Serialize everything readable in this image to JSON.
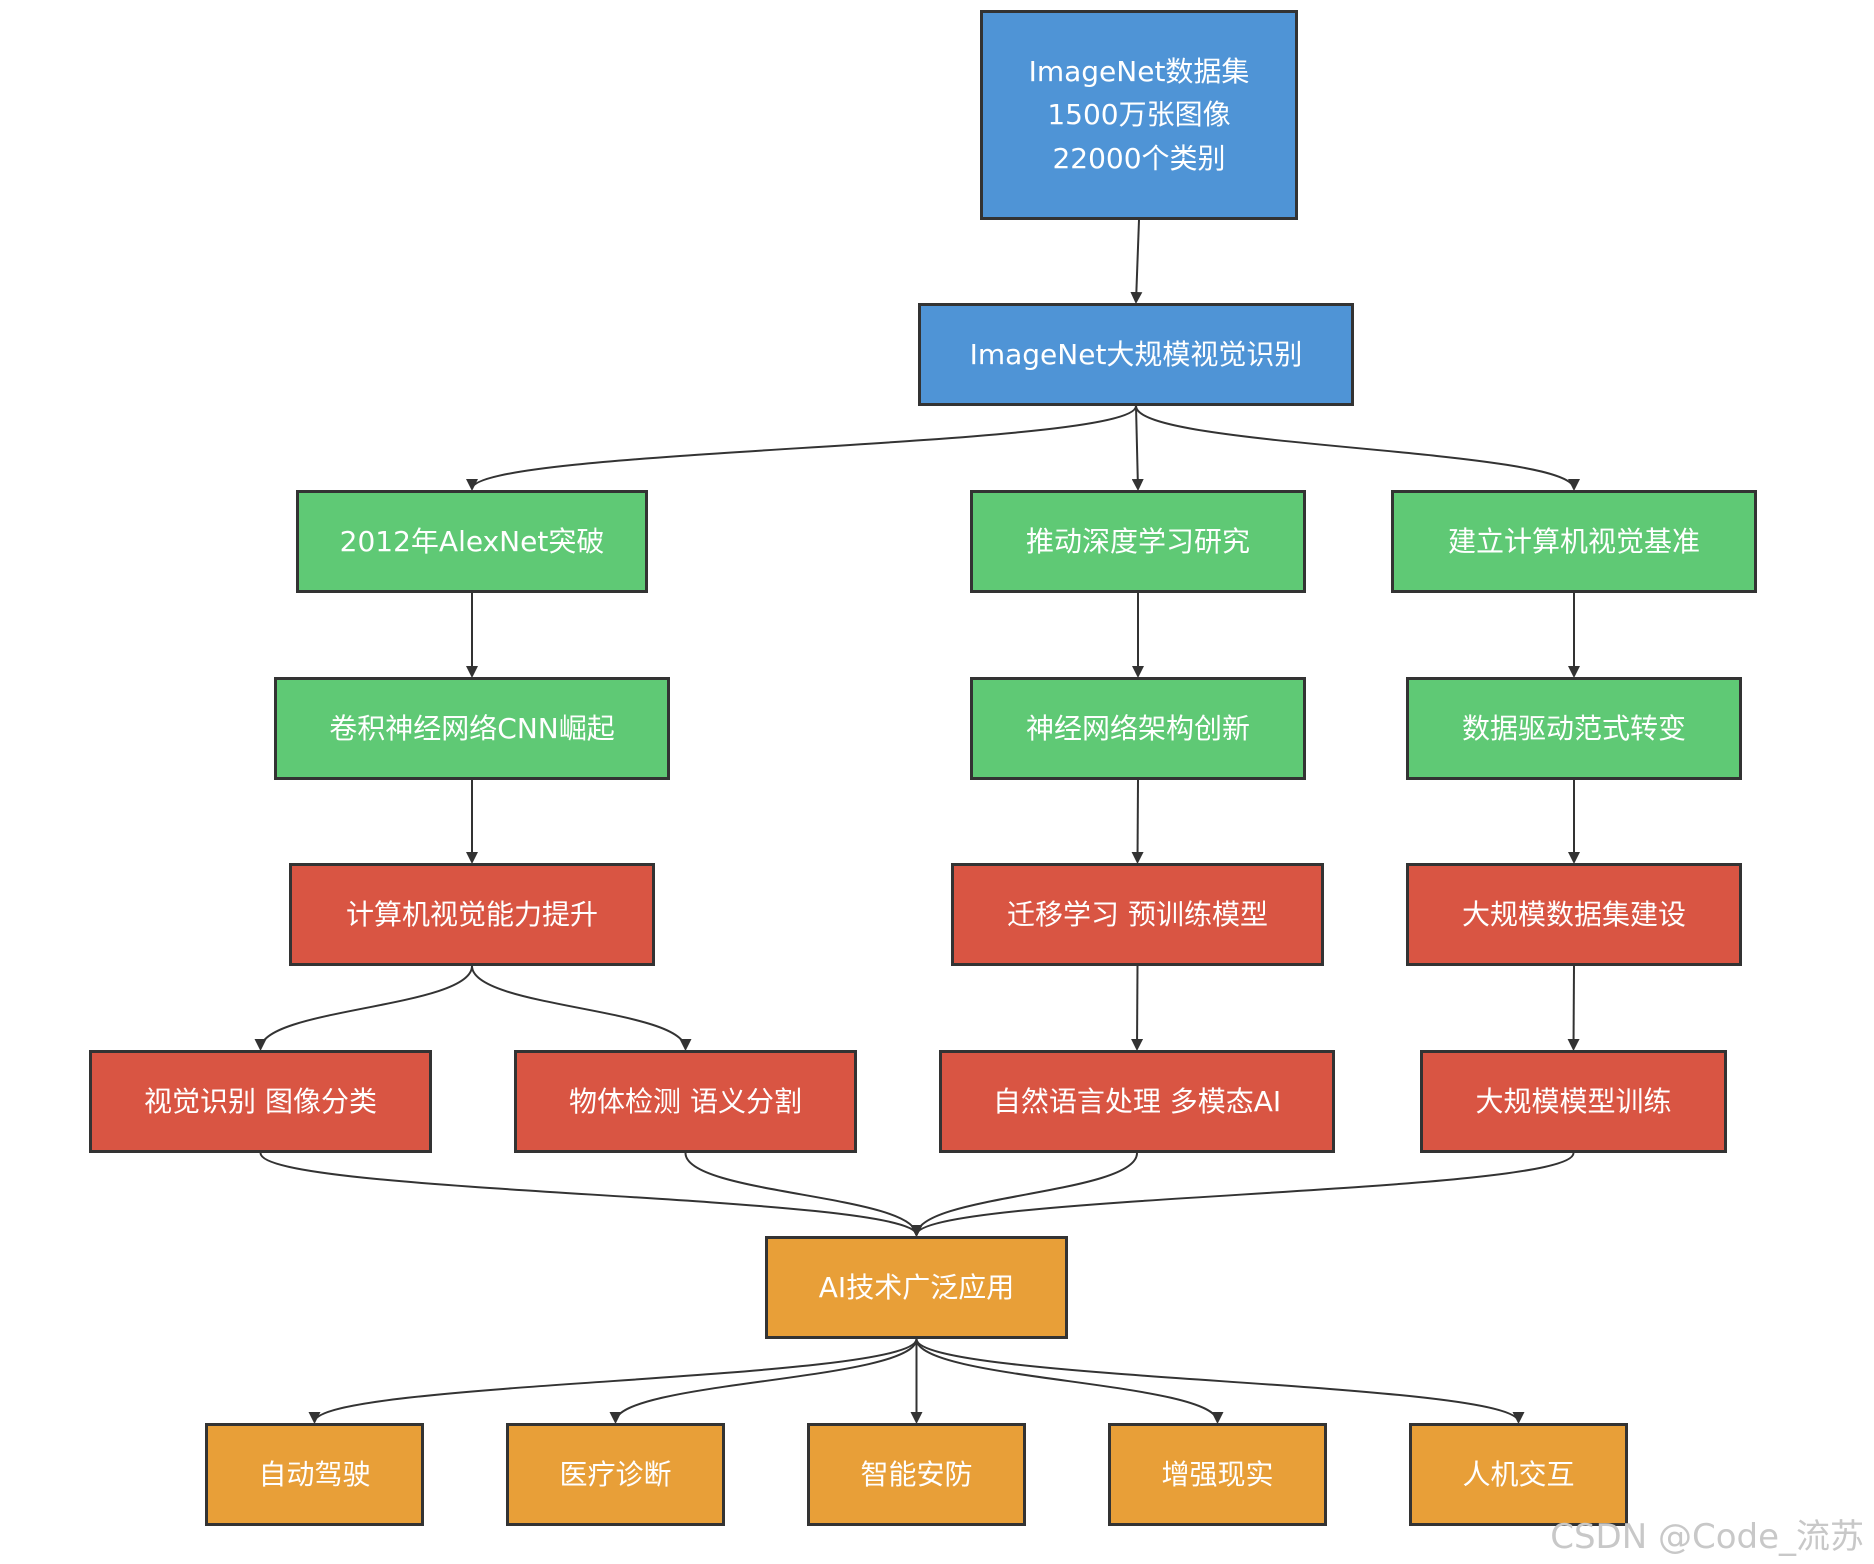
{
  "colors": {
    "blue": "#4f94d6",
    "green": "#5fc975",
    "red": "#d95543",
    "orange": "#e89f38",
    "border": "#333333",
    "edge": "#333333"
  },
  "nodes": {
    "dataset": {
      "lines": [
        "ImageNet数据集",
        "1500万张图像",
        "22000个类别"
      ]
    },
    "ilsvrc": {
      "label": "ImageNet大规模视觉识别"
    },
    "alexnet": {
      "label": "2012年AlexNet突破"
    },
    "deep_learning": {
      "label": "推动深度学习研究"
    },
    "benchmark": {
      "label": "建立计算机视觉基准"
    },
    "cnn_rise": {
      "label": "卷积神经网络CNN崛起"
    },
    "nn_arch": {
      "label": "神经网络架构创新"
    },
    "data_driven": {
      "label": "数据驱动范式转变"
    },
    "cv_capability": {
      "label": "计算机视觉能力提升"
    },
    "transfer": {
      "label": "迁移学习 预训练模型"
    },
    "large_dataset": {
      "label": "大规模数据集建设"
    },
    "recognition": {
      "label": "视觉识别 图像分类"
    },
    "detection": {
      "label": "物体检测 语义分割"
    },
    "nlp": {
      "label": "自然语言处理 多模态AI"
    },
    "large_model": {
      "label": "大规模模型训练"
    },
    "ai_apps": {
      "label": "AI技术广泛应用"
    },
    "autodrive": {
      "label": "自动驾驶"
    },
    "medical": {
      "label": "医疗诊断"
    },
    "security": {
      "label": "智能安防"
    },
    "ar": {
      "label": "增强现实"
    },
    "hci": {
      "label": "人机交互"
    }
  },
  "edges": [
    [
      "dataset",
      "ilsvrc"
    ],
    [
      "ilsvrc",
      "alexnet"
    ],
    [
      "ilsvrc",
      "deep_learning"
    ],
    [
      "ilsvrc",
      "benchmark"
    ],
    [
      "alexnet",
      "cnn_rise"
    ],
    [
      "cnn_rise",
      "cv_capability"
    ],
    [
      "cv_capability",
      "recognition"
    ],
    [
      "cv_capability",
      "detection"
    ],
    [
      "deep_learning",
      "nn_arch"
    ],
    [
      "nn_arch",
      "transfer"
    ],
    [
      "transfer",
      "nlp"
    ],
    [
      "benchmark",
      "data_driven"
    ],
    [
      "data_driven",
      "large_dataset"
    ],
    [
      "large_dataset",
      "large_model"
    ],
    [
      "recognition",
      "ai_apps"
    ],
    [
      "detection",
      "ai_apps"
    ],
    [
      "nlp",
      "ai_apps"
    ],
    [
      "large_model",
      "ai_apps"
    ],
    [
      "ai_apps",
      "autodrive"
    ],
    [
      "ai_apps",
      "medical"
    ],
    [
      "ai_apps",
      "security"
    ],
    [
      "ai_apps",
      "ar"
    ],
    [
      "ai_apps",
      "hci"
    ]
  ],
  "watermark": "CSDN @Code_流苏"
}
